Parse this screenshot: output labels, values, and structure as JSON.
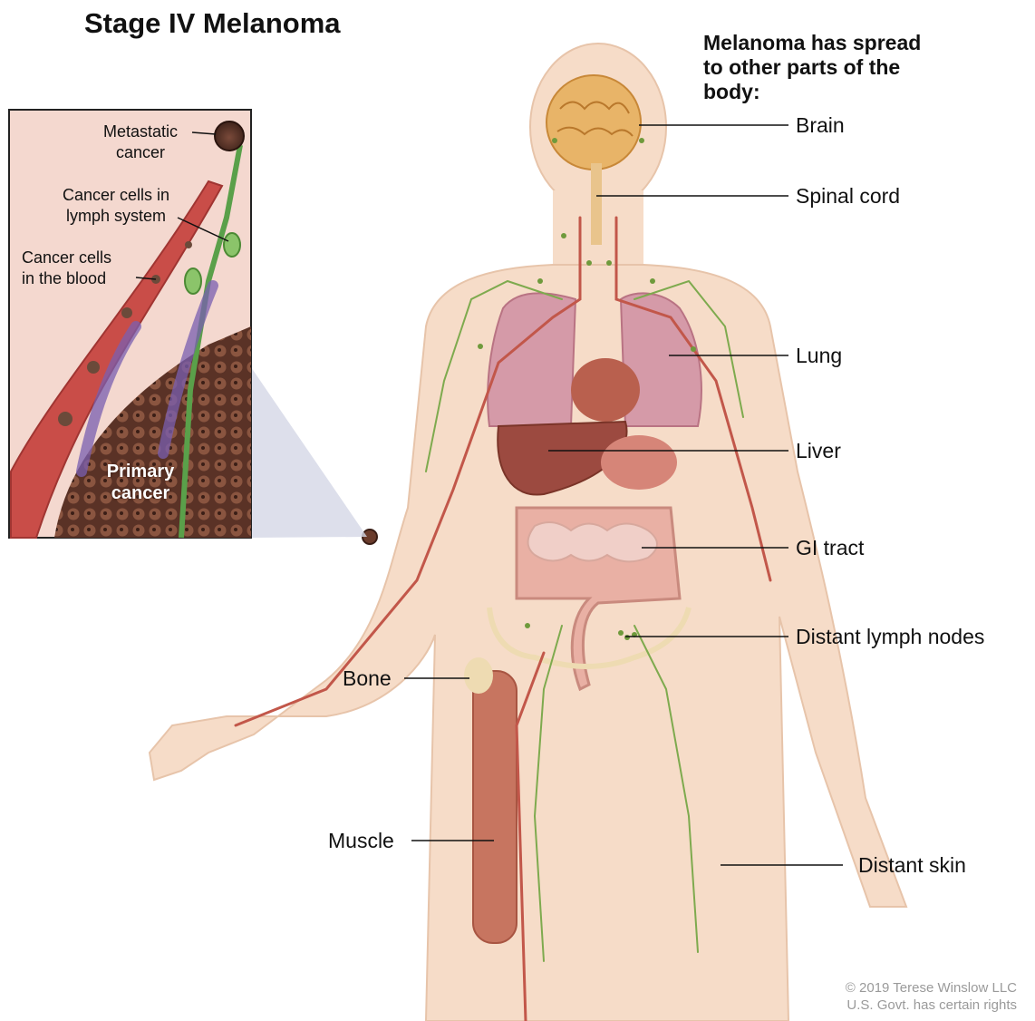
{
  "title": "Stage IV Melanoma",
  "subtitle_lines": [
    "Melanoma has spread",
    "to other parts of the",
    "body:"
  ],
  "organ_labels": {
    "brain": "Brain",
    "spinal_cord": "Spinal cord",
    "lung": "Lung",
    "liver": "Liver",
    "gi_tract": "GI tract",
    "distant_lymph_nodes": "Distant lymph nodes",
    "bone": "Bone",
    "muscle": "Muscle",
    "distant_skin": "Distant skin"
  },
  "inset_labels": {
    "metastatic_cancer": [
      "Metastatic",
      "cancer"
    ],
    "lymph_system": [
      "Cancer cells in",
      "lymph system"
    ],
    "blood": [
      "Cancer cells",
      "in the blood"
    ],
    "primary_cancer": [
      "Primary",
      "cancer"
    ]
  },
  "copyright_lines": [
    "© 2019 Terese Winslow LLC",
    "U.S. Govt. has certain rights"
  ]
}
